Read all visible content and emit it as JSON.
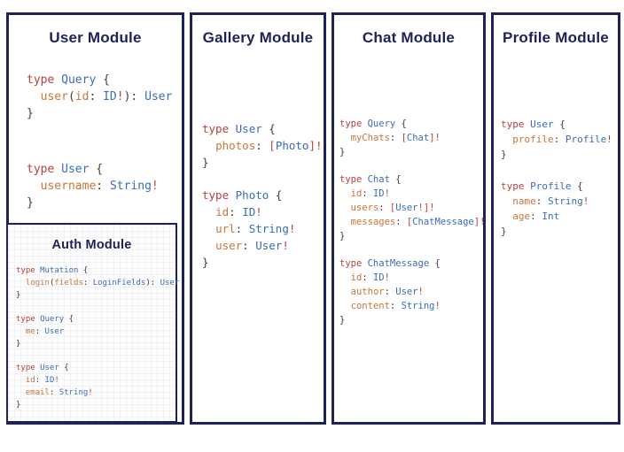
{
  "colors": {
    "navy": "#1e2257",
    "keyword": "#b5423e",
    "type": "#3a6db7",
    "field": "#c9763a",
    "punct": "#3f3f3f",
    "bracket": "#b5423e"
  },
  "modules": {
    "user": {
      "title": "User Module",
      "blocks": [
        {
          "lines": [
            [
              [
                "k",
                "type "
              ],
              [
                "t",
                "Query "
              ],
              [
                "p",
                "{"
              ]
            ],
            [
              [
                "p",
                "  "
              ],
              [
                "f",
                "user"
              ],
              [
                "p",
                "("
              ],
              [
                "f",
                "id"
              ],
              [
                "p",
                ": "
              ],
              [
                "t",
                "ID"
              ],
              [
                "b",
                "!"
              ],
              [
                "p",
                "): "
              ],
              [
                "t",
                "User"
              ]
            ],
            [
              [
                "p",
                "}"
              ]
            ]
          ]
        },
        {
          "lines": [
            [
              [
                "k",
                "type "
              ],
              [
                "t",
                "User "
              ],
              [
                "p",
                "{"
              ]
            ],
            [
              [
                "p",
                "  "
              ],
              [
                "f",
                "username"
              ],
              [
                "p",
                ": "
              ],
              [
                "t",
                "String"
              ],
              [
                "b",
                "!"
              ]
            ],
            [
              [
                "p",
                "}"
              ]
            ]
          ]
        }
      ]
    },
    "auth": {
      "title": "Auth Module",
      "blocks": [
        {
          "lines": [
            [
              [
                "k",
                "type "
              ],
              [
                "t",
                "Mutation "
              ],
              [
                "p",
                "{"
              ]
            ],
            [
              [
                "p",
                "  "
              ],
              [
                "f",
                "login"
              ],
              [
                "p",
                "("
              ],
              [
                "f",
                "fields"
              ],
              [
                "p",
                ": "
              ],
              [
                "t",
                "LoginFields"
              ],
              [
                "p",
                "): "
              ],
              [
                "t",
                "User"
              ]
            ],
            [
              [
                "p",
                "}"
              ]
            ]
          ]
        },
        {
          "lines": [
            [
              [
                "k",
                "type "
              ],
              [
                "t",
                "Query "
              ],
              [
                "p",
                "{"
              ]
            ],
            [
              [
                "p",
                "  "
              ],
              [
                "f",
                "me"
              ],
              [
                "p",
                ": "
              ],
              [
                "t",
                "User"
              ]
            ],
            [
              [
                "p",
                "}"
              ]
            ]
          ]
        },
        {
          "lines": [
            [
              [
                "k",
                "type "
              ],
              [
                "t",
                "User "
              ],
              [
                "p",
                "{"
              ]
            ],
            [
              [
                "p",
                "  "
              ],
              [
                "f",
                "id"
              ],
              [
                "p",
                ": "
              ],
              [
                "t",
                "ID"
              ],
              [
                "b",
                "!"
              ]
            ],
            [
              [
                "p",
                "  "
              ],
              [
                "f",
                "email"
              ],
              [
                "p",
                ": "
              ],
              [
                "t",
                "String"
              ],
              [
                "b",
                "!"
              ]
            ],
            [
              [
                "p",
                "}"
              ]
            ]
          ]
        }
      ]
    },
    "gallery": {
      "title": "Gallery Module",
      "blocks": [
        {
          "lines": [
            [
              [
                "k",
                "type "
              ],
              [
                "t",
                "User "
              ],
              [
                "p",
                "{"
              ]
            ],
            [
              [
                "p",
                "  "
              ],
              [
                "f",
                "photos"
              ],
              [
                "p",
                ": "
              ],
              [
                "b",
                "["
              ],
              [
                "t",
                "Photo"
              ],
              [
                "b",
                "]!"
              ]
            ],
            [
              [
                "p",
                "}"
              ]
            ]
          ]
        },
        {
          "lines": [
            [
              [
                "k",
                "type "
              ],
              [
                "t",
                "Photo "
              ],
              [
                "p",
                "{"
              ]
            ],
            [
              [
                "p",
                "  "
              ],
              [
                "f",
                "id"
              ],
              [
                "p",
                ": "
              ],
              [
                "t",
                "ID"
              ],
              [
                "b",
                "!"
              ]
            ],
            [
              [
                "p",
                "  "
              ],
              [
                "f",
                "url"
              ],
              [
                "p",
                ": "
              ],
              [
                "t",
                "String"
              ],
              [
                "b",
                "!"
              ]
            ],
            [
              [
                "p",
                "  "
              ],
              [
                "f",
                "user"
              ],
              [
                "p",
                ": "
              ],
              [
                "t",
                "User"
              ],
              [
                "b",
                "!"
              ]
            ],
            [
              [
                "p",
                "}"
              ]
            ]
          ]
        }
      ]
    },
    "chat": {
      "title": "Chat Module",
      "blocks": [
        {
          "lines": [
            [
              [
                "k",
                "type "
              ],
              [
                "t",
                "Query "
              ],
              [
                "p",
                "{"
              ]
            ],
            [
              [
                "p",
                "  "
              ],
              [
                "f",
                "myChats"
              ],
              [
                "p",
                ": "
              ],
              [
                "b",
                "["
              ],
              [
                "t",
                "Chat"
              ],
              [
                "b",
                "]!"
              ]
            ],
            [
              [
                "p",
                "}"
              ]
            ]
          ]
        },
        {
          "lines": [
            [
              [
                "k",
                "type "
              ],
              [
                "t",
                "Chat "
              ],
              [
                "p",
                "{"
              ]
            ],
            [
              [
                "p",
                "  "
              ],
              [
                "f",
                "id"
              ],
              [
                "p",
                ": "
              ],
              [
                "t",
                "ID"
              ],
              [
                "b",
                "!"
              ]
            ],
            [
              [
                "p",
                "  "
              ],
              [
                "f",
                "users"
              ],
              [
                "p",
                ": "
              ],
              [
                "b",
                "["
              ],
              [
                "t",
                "User"
              ],
              [
                "b",
                "!]!"
              ]
            ],
            [
              [
                "p",
                "  "
              ],
              [
                "f",
                "messages"
              ],
              [
                "p",
                ": "
              ],
              [
                "b",
                "["
              ],
              [
                "t",
                "ChatMessage"
              ],
              [
                "b",
                "]!"
              ]
            ],
            [
              [
                "p",
                "}"
              ]
            ]
          ]
        },
        {
          "lines": [
            [
              [
                "k",
                "type "
              ],
              [
                "t",
                "ChatMessage "
              ],
              [
                "p",
                "{"
              ]
            ],
            [
              [
                "p",
                "  "
              ],
              [
                "f",
                "id"
              ],
              [
                "p",
                ": "
              ],
              [
                "t",
                "ID"
              ],
              [
                "b",
                "!"
              ]
            ],
            [
              [
                "p",
                "  "
              ],
              [
                "f",
                "author"
              ],
              [
                "p",
                ": "
              ],
              [
                "t",
                "User"
              ],
              [
                "b",
                "!"
              ]
            ],
            [
              [
                "p",
                "  "
              ],
              [
                "f",
                "content"
              ],
              [
                "p",
                ": "
              ],
              [
                "t",
                "String"
              ],
              [
                "b",
                "!"
              ]
            ],
            [
              [
                "p",
                "}"
              ]
            ]
          ]
        }
      ]
    },
    "profile": {
      "title": "Profile Module",
      "blocks": [
        {
          "lines": [
            [
              [
                "k",
                "type "
              ],
              [
                "t",
                "User "
              ],
              [
                "p",
                "{"
              ]
            ],
            [
              [
                "p",
                "  "
              ],
              [
                "f",
                "profile"
              ],
              [
                "p",
                ": "
              ],
              [
                "t",
                "Profile"
              ],
              [
                "b",
                "!"
              ]
            ],
            [
              [
                "p",
                "}"
              ]
            ]
          ]
        },
        {
          "lines": [
            [
              [
                "k",
                "type "
              ],
              [
                "t",
                "Profile "
              ],
              [
                "p",
                "{"
              ]
            ],
            [
              [
                "p",
                "  "
              ],
              [
                "f",
                "name"
              ],
              [
                "p",
                ": "
              ],
              [
                "t",
                "String"
              ],
              [
                "b",
                "!"
              ]
            ],
            [
              [
                "p",
                "  "
              ],
              [
                "f",
                "age"
              ],
              [
                "p",
                ": "
              ],
              [
                "t",
                "Int"
              ]
            ],
            [
              [
                "p",
                "}"
              ]
            ]
          ]
        }
      ]
    }
  }
}
